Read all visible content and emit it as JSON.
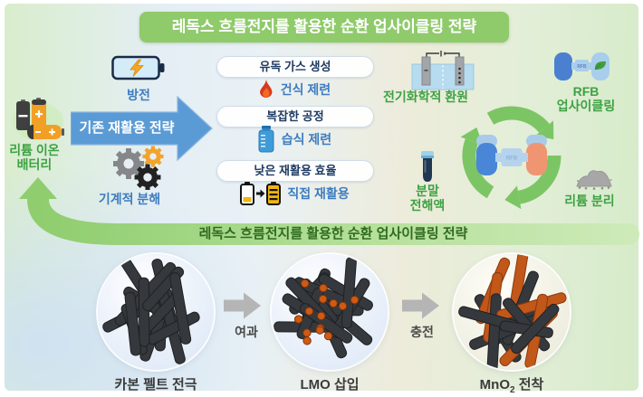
{
  "banner": {
    "title": "레독스 흐름전지를 활용한 순환 업사이클링 전략"
  },
  "left_flow": {
    "battery_label_line1": "리튬 이온",
    "battery_label_line2": "배터리",
    "discharge_label": "방전",
    "strategy_arrow_label": "기존 재활용 전략",
    "mechanical_label": "기계적 분해"
  },
  "drawbacks": [
    {
      "issue": "유독 가스 생성",
      "method": "건식 제련"
    },
    {
      "issue": "복잡한 공정",
      "method": "습식 제련"
    },
    {
      "issue": "낮은 재활용 효율",
      "method": "직접 재활용"
    }
  ],
  "upcycle_flow": {
    "electrochemical_label": "전기화학적 환원",
    "powder_label_line1": "분말",
    "powder_label_line2": "전해액",
    "rfb_cell_label": "RFB",
    "rfb_label_line1": "RFB",
    "rfb_label_line2": "업사이클링",
    "lithium_label": "리튬 분리"
  },
  "return_band": {
    "label": "레독스 흐름전지를 활용한 순환 업사이클링 전략"
  },
  "bottom_process": {
    "stages": [
      {
        "label": "카본 펠트 전극"
      },
      {
        "label": "LMO 삽입"
      },
      {
        "main": "MnO",
        "sub": "2",
        "suffix": " 전착"
      }
    ],
    "arrows": [
      {
        "label": "여과"
      },
      {
        "label": "충전"
      }
    ]
  },
  "icons": {
    "lithium_battery": "battery-stack",
    "discharge": "battery-discharge",
    "mechanical": "gears",
    "dry_smelting": "flame",
    "wet_smelting": "beaker",
    "direct_recycle": "batteries-transfer",
    "electrochemical": "electrolysis-cell",
    "powder": "vial",
    "rfb": "flow-battery-tanks",
    "loop": "recycle-arrows",
    "lithium_separation": "powder-pile",
    "stage_arrow": "block-arrow"
  },
  "colors": {
    "banner_green": "#8fca6b",
    "band_green": "#a9d98a",
    "arrow_blue": "#5b9bd5",
    "label_blue": "#3e7cc0",
    "label_green": "#3da243",
    "box_text_navy": "#1e3a63",
    "flame_red": "#d8381c",
    "tank_blue": "#4a86d8",
    "tank_orange": "#ef9572"
  }
}
